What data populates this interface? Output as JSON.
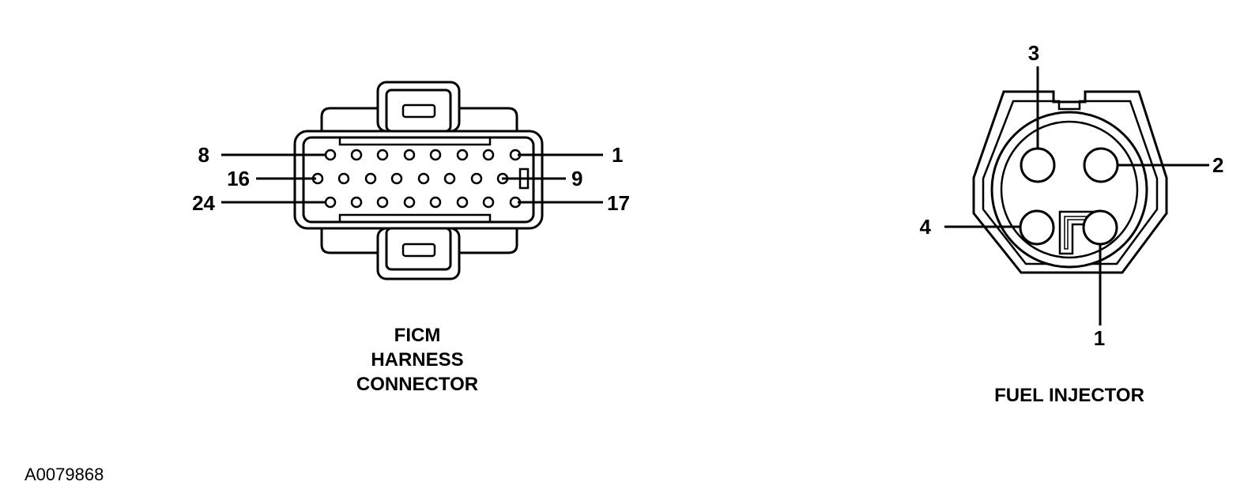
{
  "ficm": {
    "title_lines": [
      "FICM",
      "HARNESS",
      "CONNECTOR"
    ],
    "pin_labels": {
      "row1_left": "8",
      "row1_right": "1",
      "row2_left": "16",
      "row2_right": "9",
      "row3_left": "24",
      "row3_right": "17"
    }
  },
  "injector": {
    "title": "FUEL INJECTOR",
    "pin_labels": {
      "p1": "1",
      "p2": "2",
      "p3": "3",
      "p4": "4"
    }
  },
  "figure_id": "A0079868"
}
